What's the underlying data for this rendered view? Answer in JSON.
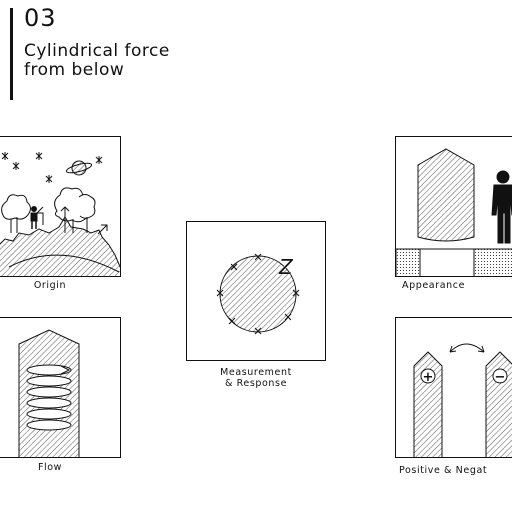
{
  "header": {
    "number": "03",
    "title_line1": "Cylindrical force",
    "title_line2": "from below"
  },
  "captions": {
    "origin": "Origin",
    "flow": "Flow",
    "measurement_line1": "Measurement",
    "measurement_line2": "& Response",
    "appearance": "Appearance",
    "positive_negative": "Positive & Negat"
  },
  "symbols": {
    "plus": "+",
    "minus": "−",
    "sleep": "Z"
  },
  "colors": {
    "ink": "#111111",
    "hatch": "#111111",
    "paper": "#ffffff"
  }
}
